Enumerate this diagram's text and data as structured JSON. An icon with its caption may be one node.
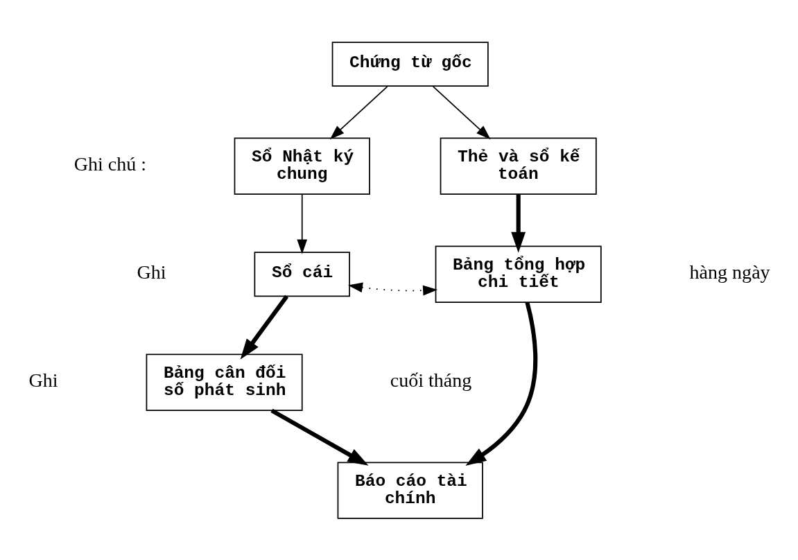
{
  "diagram": {
    "nodes": [
      {
        "text": [
          "Chứng từ gốc"
        ]
      },
      {
        "text": [
          "Sổ Nhật ký chung"
        ]
      },
      {
        "text": [
          "Thẻ và sổ kế toán"
        ]
      },
      {
        "text": [
          "Sổ cái"
        ]
      },
      {
        "text": [
          "Bảng tổng hợp chi tiết"
        ]
      },
      {
        "text": [
          "Bảng cân đối số phát sinh"
        ]
      },
      {
        "text": [
          "Báo cáo tài chính"
        ]
      }
    ],
    "edges": [
      {
        "from": 0,
        "to": 1,
        "arrow": "to"
      },
      {
        "from": 0,
        "to": 2,
        "arrow": "to"
      },
      {
        "from": 1,
        "to": 3,
        "arrow": "to"
      },
      {
        "from": 2,
        "to": 4,
        "arrow": "to",
        "style": "thick"
      },
      {
        "from": 3,
        "to": 4,
        "arrow": "both",
        "style": "dashed"
      },
      {
        "from": 3,
        "to": 5,
        "arrow": "to",
        "style": "thick"
      },
      {
        "from": 5,
        "to": 6,
        "arrow": "to",
        "style": "thick"
      },
      {
        "from": 4,
        "to": 6,
        "arrow": "to",
        "style": "thick"
      }
    ],
    "labels": [
      "Ghi chú :",
      "Ghi",
      "hàng ngày",
      "Ghi",
      "cuối tháng"
    ]
  }
}
